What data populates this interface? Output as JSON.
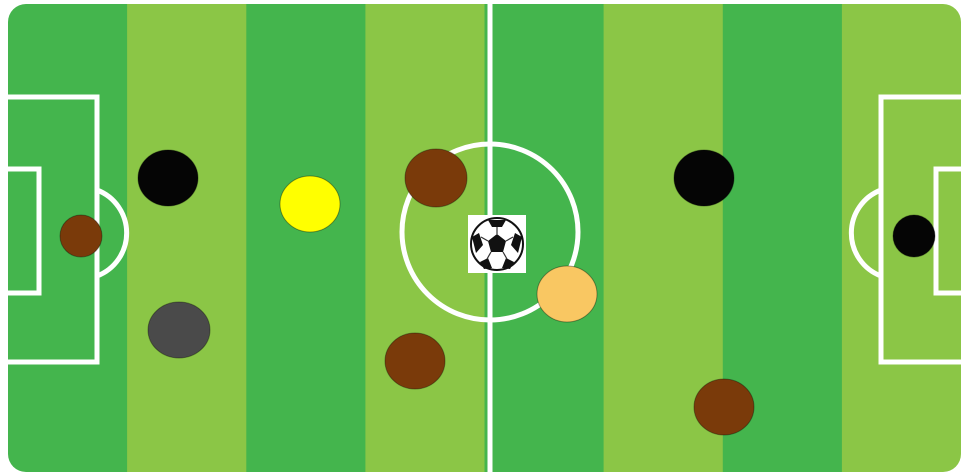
{
  "colors": {
    "stripe_dark": "#44b54d",
    "stripe_light": "#8bc646",
    "lines": "#ffffff",
    "page_background": "#ffffff"
  },
  "pitch": {
    "stripe_count": 8
  },
  "players": [
    {
      "id": "black-left-upper",
      "color": "#050505"
    },
    {
      "id": "brown-left-keeper",
      "color": "#7a3a0a"
    },
    {
      "id": "gray-left-lower",
      "color": "#4a4a4a"
    },
    {
      "id": "yellow-midfield",
      "color": "#ffff00"
    },
    {
      "id": "brown-center-upper",
      "color": "#7a3a0a"
    },
    {
      "id": "brown-center-lower",
      "color": "#7a3a0a"
    },
    {
      "id": "tan-center-right",
      "color": "#f9c762"
    },
    {
      "id": "black-right-upper",
      "color": "#050505"
    },
    {
      "id": "black-right-keeper",
      "color": "#050505"
    },
    {
      "id": "brown-right-lower",
      "color": "#7a3a0a"
    }
  ],
  "ball": {
    "icon": "soccer-ball-icon"
  }
}
